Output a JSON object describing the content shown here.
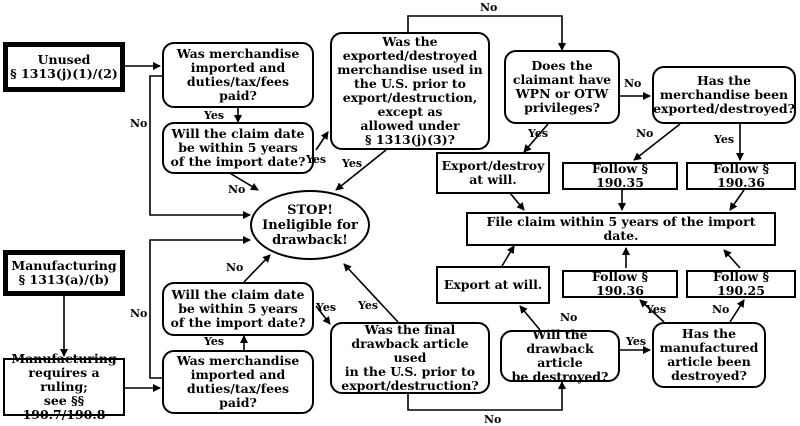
{
  "colors": {
    "ink": "#000000",
    "background": "#ffffff"
  },
  "start": {
    "unused": "Unused\n§ 1313(j)(1)/(2)",
    "manufacturing": "Manufacturing\n§ 1313(a)/(b)",
    "ruling": "Manufacturing\nrequires a ruling;\nsee §§ 190.7/190.8"
  },
  "nodes": {
    "q_unused_paid": "Was merchandise\nimported and\nduties/tax/fees\npaid?",
    "q_unused_5yr": "Will the claim date\nbe within 5 years\nof the import date?",
    "q_exported_used": "Was the\nexported/destroyed\nmerchandise used in\nthe U.S. prior to\nexport/destruction,\nexcept as\nallowed under\n§ 1313(j)(3)?",
    "stop": "STOP!\nIneligible for\ndrawback!",
    "q_mfg_5yr": "Will the claim date\nbe within 5 years\nof the import date?",
    "q_mfg_paid": "Was merchandise\nimported and\nduties/tax/fees\npaid?",
    "q_final_used": "Was the final\ndrawback article used\nin the U.S. prior to\nexport/destruction?",
    "q_wpn": "Does the\nclaimant have\nWPN or OTW\nprivileges?",
    "q_exported_destroyed": "Has the\nmerchandise been\nexported/destroyed?",
    "export_destroy_will": "Export/destroy\nat will.",
    "follow_19035": "Follow § 190.35",
    "follow_19036_top": "Follow § 190.36",
    "file_claim": "File claim within 5 years of the import date.",
    "export_will": "Export at will.",
    "follow_19036_bottom": "Follow § 190.36",
    "follow_19025": "Follow § 190.25",
    "q_destroyed_will": "Will the\ndrawback article\nbe destroyed?",
    "q_mfg_destroyed": "Has the\nmanufactured\narticle been\ndestroyed?"
  },
  "labels": {
    "no": "No",
    "yes": "Yes"
  }
}
